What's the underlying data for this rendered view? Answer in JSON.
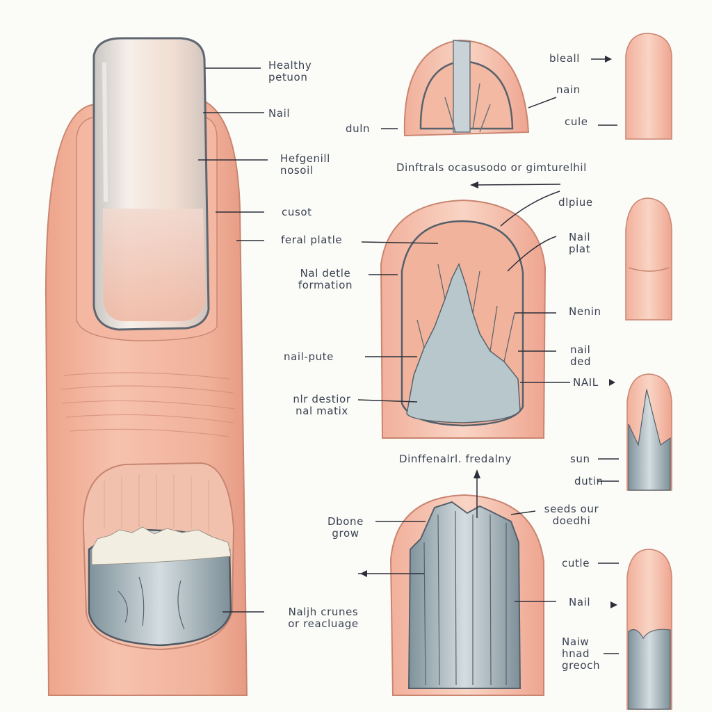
{
  "left_figure": {
    "labels": {
      "healthy_portion": [
        "Healthy",
        "petuon"
      ],
      "nail": "Nail",
      "healthy_nail": [
        "Hefgenill",
        "nosoil"
      ],
      "cuticle": "cusot",
      "nail_plate": "feral platle",
      "nail_bed_formation": [
        "Nal detle",
        "formation"
      ],
      "nail_plate_2": "nail-pute",
      "matrix": [
        "nlr destior",
        "nal matix"
      ],
      "nail_changes": [
        "Naljh crunes",
        "or reacluage"
      ]
    }
  },
  "right_figures": {
    "top": {
      "labels": {
        "bleall": "bleall",
        "nain": "nain",
        "cule": "cule",
        "duln": "duln"
      }
    },
    "caption_1": "Dinftrals ocasusodo or gimturelhil",
    "middle": {
      "labels": {
        "dlpiue": "dlpiue",
        "nail_plate": [
          "Nail",
          "plat"
        ],
        "nenin": "Nenin",
        "nail_bed": [
          "nail",
          "ded"
        ],
        "nail": "NAIL",
        "sun": "sun",
        "dutin": "dutin"
      }
    },
    "caption_2": "Dinffenalrl. fredalny",
    "bottom": {
      "labels": {
        "dbone_grow": [
          "Dbone",
          "grow"
        ],
        "seeds_our_doedhi": [
          "seeds our",
          "doedhi"
        ],
        "cutle": "cutle",
        "nail": "Nail",
        "new_hand_growth": [
          "Naiw",
          "hnad",
          "greoch"
        ]
      }
    }
  },
  "colors": {
    "skin": "#f2b7a0",
    "skin_dark": "#e49a84",
    "nail": "#f0c9b8",
    "nail_gray": "#8fa0a8",
    "line": "#2c2f3a"
  }
}
